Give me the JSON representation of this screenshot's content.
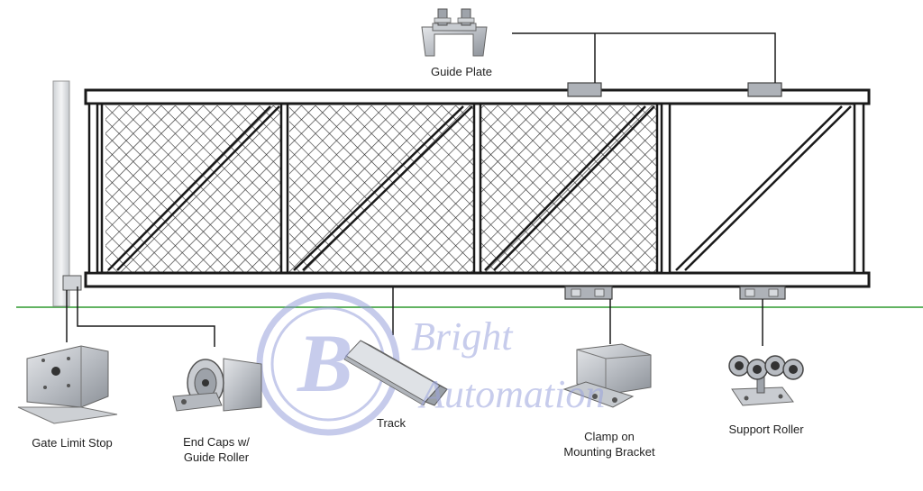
{
  "labels": {
    "guide_plate": "Guide Plate",
    "gate_limit_stop": "Gate Limit Stop",
    "end_caps_line1": "End Caps w/",
    "end_caps_line2": "Guide Roller",
    "track": "Track",
    "clamp_line1": "Clamp on",
    "clamp_line2": "Mounting Bracket",
    "support_roller": "Support Roller"
  },
  "watermark": {
    "logo_letter": "B",
    "line1": "Bright",
    "line2": "Automation"
  },
  "colors": {
    "ground_line": "#2e9a2e",
    "frame": "#1a1a1a",
    "watermark": "#8f98d8",
    "metal": "#b8bcc2"
  }
}
